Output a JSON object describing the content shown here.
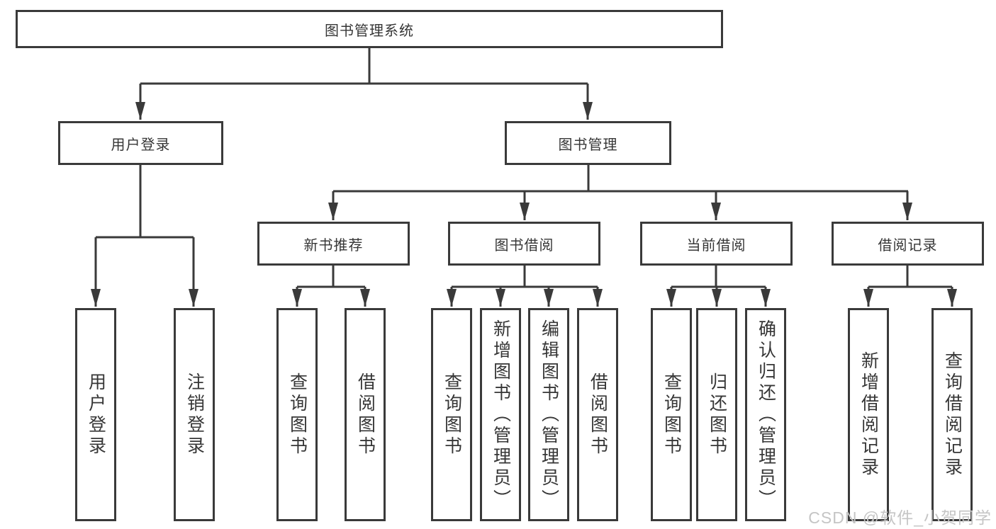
{
  "colors": {
    "line": "#3a3a3a",
    "box_border": "#3a3a3a",
    "box_fill": "#ffffff",
    "text": "#363636",
    "watermark": "#c5c5c5"
  },
  "tree": {
    "root": {
      "label": "图书管理系统"
    },
    "branches": [
      {
        "label": "用户登录",
        "leaves": [
          {
            "label": "用户登录"
          },
          {
            "label": "注销登录"
          }
        ]
      },
      {
        "label": "图书管理",
        "groups": [
          {
            "label": "新书推荐",
            "leaves": [
              {
                "label": "查询图书"
              },
              {
                "label": "借阅图书"
              }
            ]
          },
          {
            "label": "图书借阅",
            "leaves": [
              {
                "label": "查询图书"
              },
              {
                "label": "新增图书（管理员）"
              },
              {
                "label": "编辑图书（管理员）"
              },
              {
                "label": "借阅图书"
              }
            ]
          },
          {
            "label": "当前借阅",
            "leaves": [
              {
                "label": "查询图书"
              },
              {
                "label": "归还图书"
              },
              {
                "label": "确认归还（管理员）"
              }
            ]
          },
          {
            "label": "借阅记录",
            "leaves": [
              {
                "label": "新增借阅记录"
              },
              {
                "label": "查询借阅记录"
              }
            ]
          }
        ]
      }
    ]
  },
  "watermark": {
    "text": "CSDN @软件_小贺同学"
  }
}
